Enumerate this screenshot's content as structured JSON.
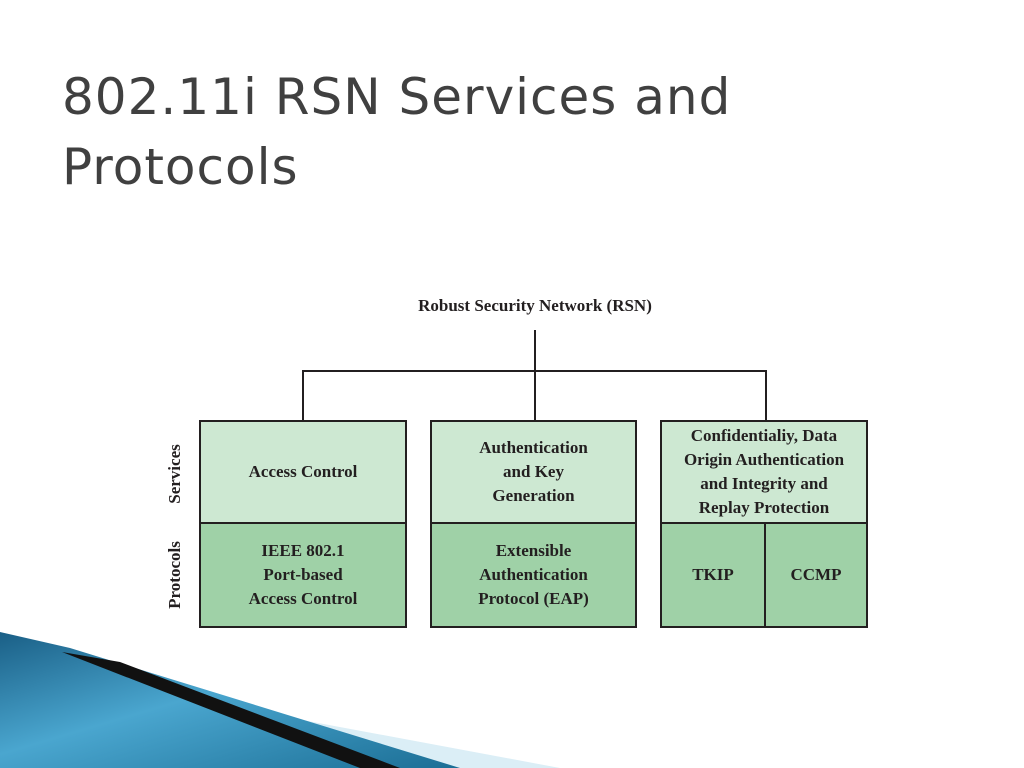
{
  "title": "802.11i RSN Services and Protocols",
  "diagram": {
    "root": "Robust Security Network (RSN)",
    "side_labels": {
      "services": "Services",
      "protocols": "Protocols"
    },
    "columns": [
      {
        "service": "Access Control",
        "protocols": [
          "IEEE 802.1\nPort-based\nAccess Control"
        ]
      },
      {
        "service": "Authentication\nand Key\nGeneration",
        "protocols": [
          "Extensible\nAuthentication\nProtocol (EAP)"
        ]
      },
      {
        "service": "Confidentialiy, Data\nOrigin Authentication\nand Integrity and\nReplay Protection",
        "protocols": [
          "TKIP",
          "CCMP"
        ]
      }
    ]
  },
  "colors": {
    "service_fill": "#cde8d2",
    "protocol_fill": "#9fd1a7",
    "line": "#231f20",
    "title": "#404040"
  }
}
